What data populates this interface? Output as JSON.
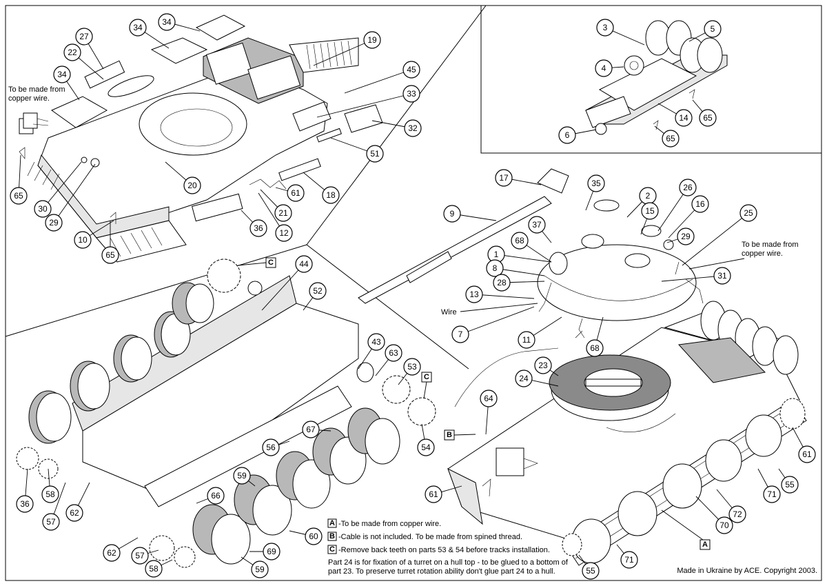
{
  "notes": {
    "hull_wire": [
      "To be made from",
      "copper wire."
    ],
    "turret_wire": [
      "To be made from",
      "copper wire."
    ],
    "wire": "Wire"
  },
  "legend": [
    {
      "key": "A",
      "text": "-To be made from copper wire."
    },
    {
      "key": "B",
      "text": "-Cable is not included. To be made from spined thread."
    },
    {
      "key": "C",
      "text": "-Remove back teeth on parts 53 & 54 before tracks installation."
    }
  ],
  "note24": [
    "Part 24 is for fixation of a turret on a hull top - to be glued to a bottom of",
    "part 23. To preserve turret rotation ability don't glue part 24 to a hull."
  ],
  "copyright": "Made in Ukraine by ACE. Copyright 2003.",
  "box_labels": {
    "c": "C",
    "b": "B",
    "a": "A"
  },
  "callouts": {
    "hull_top": [
      "34",
      "34",
      "27",
      "22",
      "34",
      "19",
      "45",
      "33",
      "32",
      "51",
      "18",
      "61",
      "21",
      "12",
      "36",
      "20",
      "30",
      "29",
      "10",
      "65",
      "65"
    ],
    "exhaust": [
      "3",
      "5",
      "4",
      "14",
      "65",
      "6",
      "65"
    ],
    "turret": [
      "17",
      "35",
      "2",
      "26",
      "16",
      "15",
      "25",
      "9",
      "37",
      "29",
      "68",
      "1",
      "8",
      "28",
      "13",
      "7",
      "11",
      "68",
      "31"
    ],
    "running_gear": [
      "44",
      "52",
      "43",
      "63",
      "53",
      "54",
      "67",
      "56",
      "59",
      "66",
      "60",
      "69",
      "59",
      "57",
      "62",
      "58",
      "57",
      "62",
      "36",
      "58"
    ],
    "assembly": [
      "23",
      "24",
      "64",
      "61",
      "61",
      "55",
      "71",
      "72",
      "70",
      "55",
      "71"
    ]
  },
  "colors": {
    "ink": "#000000",
    "light_gray": "#e6e6e6",
    "mid_gray": "#b8b8b8",
    "dark_gray": "#8a8a8a"
  }
}
